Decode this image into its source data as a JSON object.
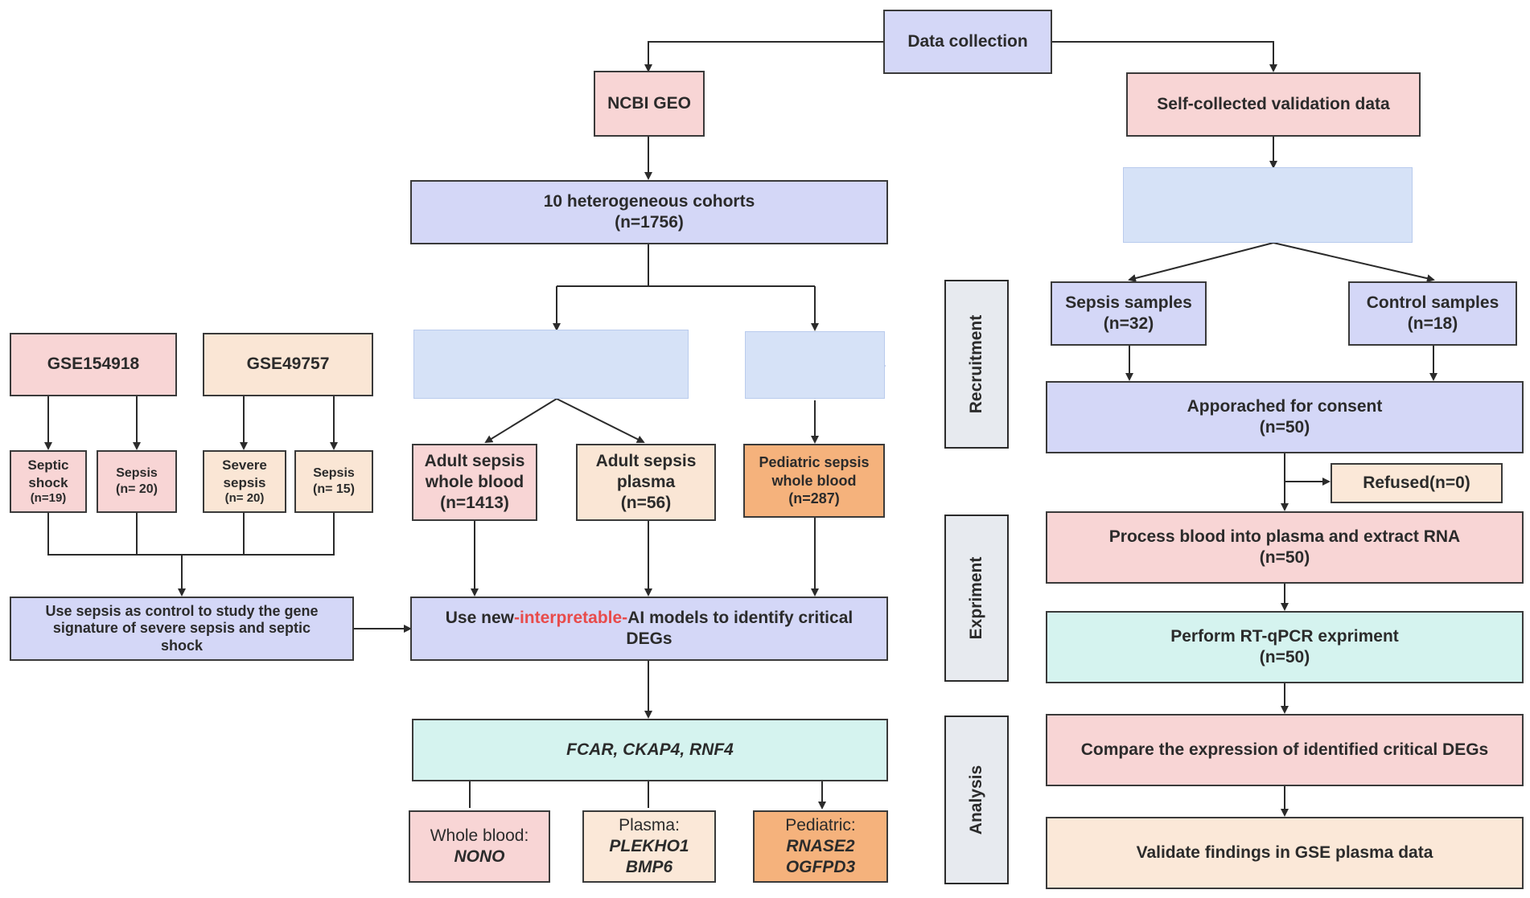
{
  "top": {
    "data_collection": "Data collection"
  },
  "geo": {
    "ncbi": "NCBI GEO",
    "cohorts_l1": "10 heterogeneous cohorts",
    "cohorts_l2": "(n=1756)"
  },
  "gse": {
    "gse154918": "GSE154918",
    "gse49757": "GSE49757",
    "septic_shock_l1": "Septic",
    "septic_shock_l2": "shock",
    "septic_shock_l3": "(n=19)",
    "sepsis20_l1": "Sepsis",
    "sepsis20_l2": "(n= 20)",
    "severe_l1": "Severe",
    "severe_l2": "sepsis",
    "severe_l3": "(n= 20)",
    "sepsis15_l1": "Sepsis",
    "sepsis15_l2": "(n= 15)",
    "control_l1": "Use sepsis as control to study the gene",
    "control_l2": "signature of severe sepsis and septic",
    "control_l3": "shock"
  },
  "cohorts": {
    "adult_wb_l1": "Adult sepsis",
    "adult_wb_l2": "whole blood",
    "adult_wb_l3": "(n=1413)",
    "adult_pl_l1": "Adult sepsis",
    "adult_pl_l2": "plasma",
    "adult_pl_l3": "(n=56)",
    "ped_l1": "Pediatric sepsis",
    "ped_l2": "whole blood",
    "ped_l3": "(n=287)"
  },
  "ai": {
    "pre": "Use new",
    "highlight": "-interpretable-",
    "post": "AI models to identify critical",
    "line2": "DEGs"
  },
  "results": {
    "genes": "FCAR, CKAP4, RNF4",
    "wb_label": "Whole blood:",
    "wb_gene": "NONO",
    "pl_label": "Plasma:",
    "pl_gene1": "PLEKHO1",
    "pl_gene2": "BMP6",
    "ped_label": "Pediatric:",
    "ped_gene1": "RNASE2",
    "ped_gene2": "OGFPD3"
  },
  "validation": {
    "self_collected": "Self-collected validation data",
    "sepsis_l1": "Sepsis samples",
    "sepsis_l2": "(n=32)",
    "control_l1": "Control samples",
    "control_l2": "(n=18)",
    "consent_l1": "Apporached for consent",
    "consent_l2": "(n=50)",
    "refused": "Refused(n=0)",
    "process_l1": "Process blood into plasma and extract RNA",
    "process_l2": "(n=50)",
    "rtqpcr_l1": "Perform RT-qPCR expriment",
    "rtqpcr_l2": "(n=50)",
    "compare": "Compare the expression of identified critical DEGs",
    "validate": "Validate findings in GSE plasma data"
  },
  "stages": {
    "recruitment": "Recruitment",
    "experiment": "Expriment",
    "analysis": "Analysis"
  },
  "colors": {
    "blue": "#d4d7f7",
    "pink": "#f8d5d5",
    "peach": "#fae6d5",
    "orange": "#f5b27c",
    "cyan": "#d5f3ef",
    "people": "#4a6fc9",
    "highlight": "#e84b4b"
  }
}
